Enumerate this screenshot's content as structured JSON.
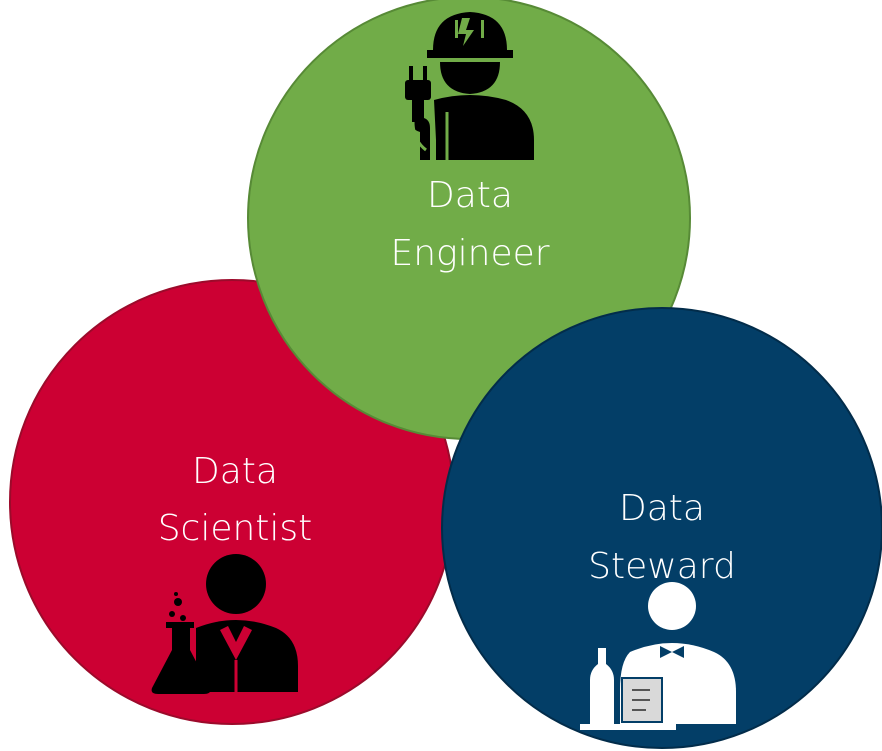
{
  "roles": {
    "engineer": {
      "line1": "Data",
      "line2": "Engineer",
      "color": "#71ac48",
      "border": "#578a36",
      "icon": "engineer-with-hardhat-and-plug-icon"
    },
    "scientist": {
      "line1": "Data",
      "line2": "Scientist",
      "color": "#cc0033",
      "border": "#9c0a2b",
      "icon": "scientist-with-flask-icon"
    },
    "steward": {
      "line1": "Data",
      "line2": "Steward",
      "color": "#033e67",
      "border": "#022c4a",
      "icon": "steward-with-bottle-and-tray-icon"
    }
  }
}
